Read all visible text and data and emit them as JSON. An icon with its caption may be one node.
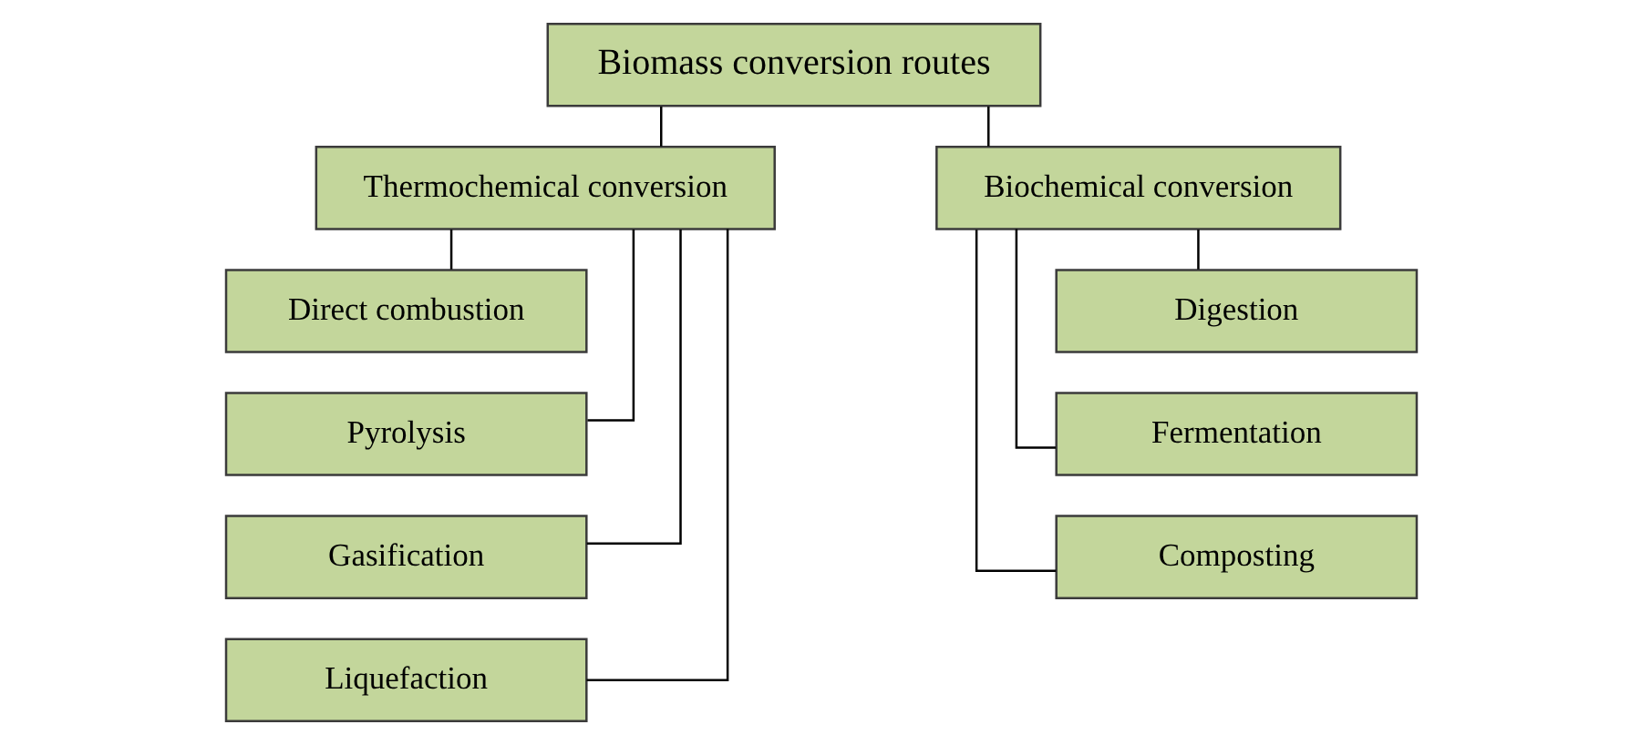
{
  "diagram": {
    "nodes": [
      {
        "text": [
          "Biomass conversion routes"
        ]
      },
      {
        "text": [
          "Thermochemical conversion"
        ]
      },
      {
        "text": [
          "Biochemical conversion"
        ]
      },
      {
        "text": [
          "Direct combustion"
        ]
      },
      {
        "text": [
          "Pyrolysis"
        ]
      },
      {
        "text": [
          "Gasification"
        ]
      },
      {
        "text": [
          "Liquefaction"
        ]
      },
      {
        "text": [
          "Digestion"
        ]
      },
      {
        "text": [
          "Fermentation"
        ]
      },
      {
        "text": [
          "Composting"
        ]
      }
    ],
    "edges": [
      {
        "from": 0,
        "to": 1,
        "arrow": "none"
      },
      {
        "from": 0,
        "to": 2,
        "arrow": "none"
      },
      {
        "from": 1,
        "to": 3,
        "arrow": "none"
      },
      {
        "from": 1,
        "to": 4,
        "arrow": "none"
      },
      {
        "from": 1,
        "to": 5,
        "arrow": "none"
      },
      {
        "from": 1,
        "to": 6,
        "arrow": "none"
      },
      {
        "from": 2,
        "to": 7,
        "arrow": "none"
      },
      {
        "from": 2,
        "to": 8,
        "arrow": "none"
      },
      {
        "from": 2,
        "to": 9,
        "arrow": "none"
      }
    ]
  }
}
